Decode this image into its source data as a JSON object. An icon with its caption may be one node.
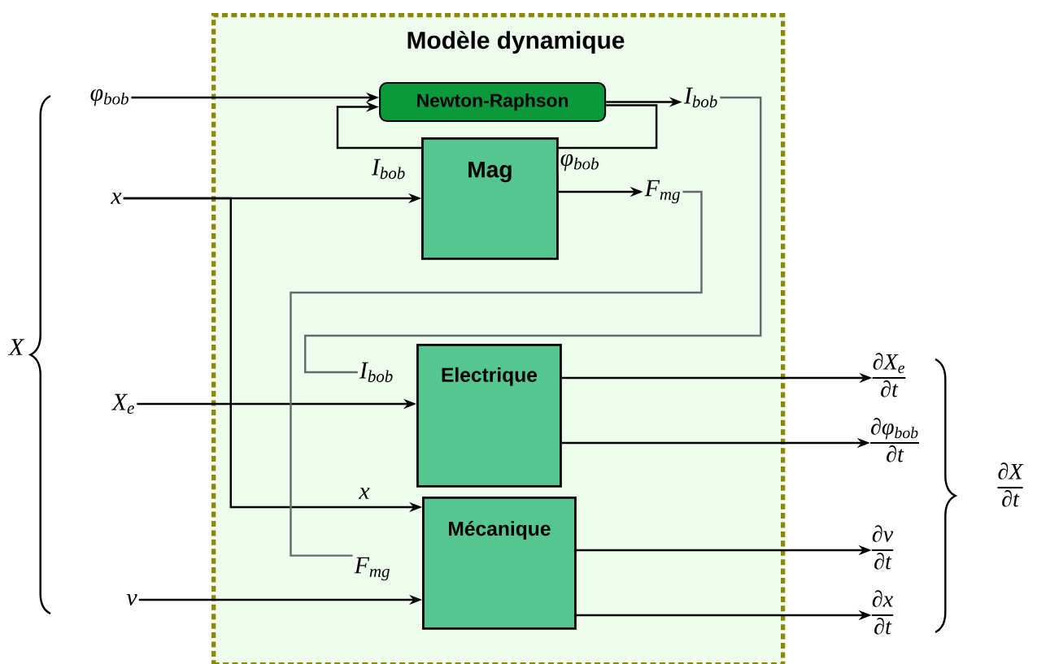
{
  "diagram": {
    "nodes": [
      {
        "text": [
          "Modèle dynamique"
        ]
      },
      {
        "text": [
          "Newton-Raphson"
        ],
        "in": 0
      },
      {
        "text": [
          "Mag"
        ],
        "in": 0
      },
      {
        "text": [
          "Electrique"
        ],
        "in": 0
      },
      {
        "text": [
          "Mécanique"
        ],
        "in": 0
      },
      {
        "text": [
          "φ$_{bob}$"
        ]
      },
      {
        "text": [
          "x"
        ]
      },
      {
        "text": [
          "X$_{e}$"
        ]
      },
      {
        "text": [
          "v"
        ]
      },
      {
        "text": [
          "I$_{bob}$"
        ],
        "in": 0
      },
      {
        "text": [
          "F$_{mg}$"
        ],
        "in": 0
      },
      {
        "text": [
          "I$_{bob}$"
        ],
        "in": 0
      },
      {
        "text": [
          "F$_{mg}$"
        ],
        "in": 0
      },
      {
        "text": [
          "∂X$_{e}$",
          "∂t"
        ]
      },
      {
        "text": [
          "∂φ$_{bob}$",
          "∂t"
        ]
      },
      {
        "text": [
          "∂v",
          "∂t"
        ]
      },
      {
        "text": [
          "∂x",
          "∂t"
        ]
      }
    ],
    "edges": [
      {
        "from": 5,
        "to": 1,
        "arrow": "to"
      },
      {
        "from": 1,
        "to": 9,
        "arrow": "to"
      },
      {
        "from": 2,
        "to": 1,
        "arrow": "to",
        "label": "I$_{bob}$"
      },
      {
        "from": 1,
        "to": 2,
        "arrow": "none",
        "label": "φ$_{bob}$"
      },
      {
        "from": 2,
        "to": 10,
        "arrow": "to"
      },
      {
        "from": 6,
        "to": 2,
        "arrow": "to"
      },
      {
        "from": 6,
        "to": 4,
        "arrow": "to",
        "label": "x"
      },
      {
        "from": 7,
        "to": 3,
        "arrow": "to"
      },
      {
        "from": 8,
        "to": 4,
        "arrow": "to"
      },
      {
        "from": 9,
        "to": 11,
        "arrow": "none",
        "color": "#666a70"
      },
      {
        "from": 10,
        "to": 12,
        "arrow": "none",
        "color": "#666a70"
      },
      {
        "from": 3,
        "to": 13,
        "arrow": "to"
      },
      {
        "from": 3,
        "to": 14,
        "arrow": "to"
      },
      {
        "from": 4,
        "to": 15,
        "arrow": "to"
      },
      {
        "from": 4,
        "to": 16,
        "arrow": "to"
      }
    ],
    "labels": [
      "X",
      "∂X",
      "∂t"
    ]
  }
}
